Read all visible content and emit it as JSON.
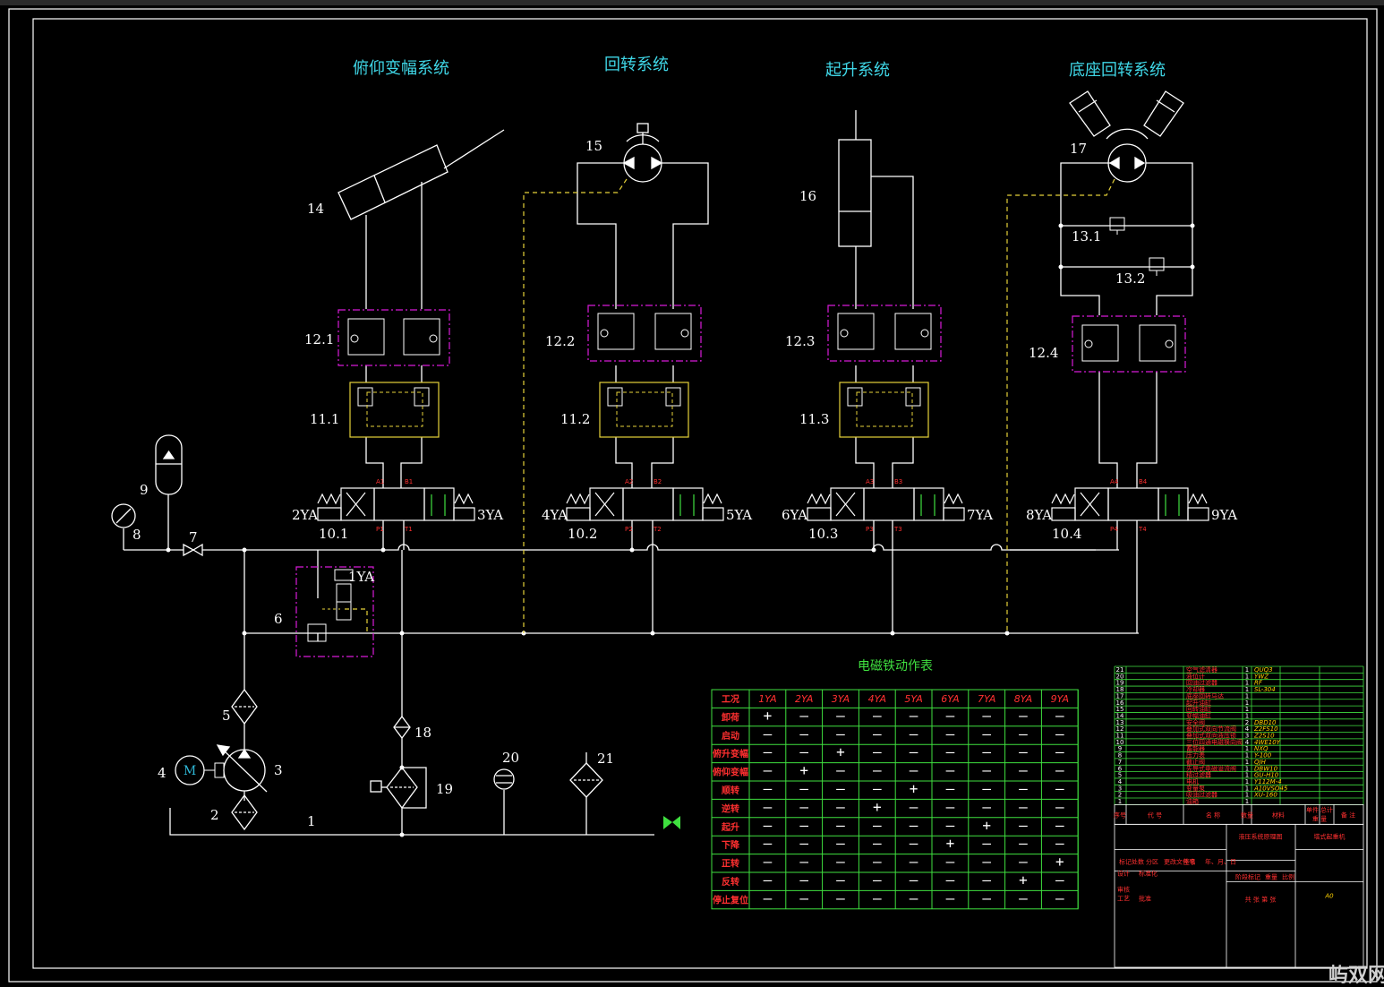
{
  "sections": {
    "luffing": "俯仰变幅系统",
    "slewing": "回转系统",
    "hoisting": "起升系统",
    "base": "底座回转系统"
  },
  "labels": {
    "n1": "1",
    "n2": "2",
    "n3": "3",
    "n4": "4",
    "n5": "5",
    "n6": "6",
    "n7": "7",
    "n8": "8",
    "n9": "9",
    "n14": "14",
    "n15": "15",
    "n16": "16",
    "n17": "17",
    "n18": "18",
    "n19": "19",
    "n20": "20",
    "n21": "21",
    "v10_1": "10.1",
    "v10_2": "10.2",
    "v10_3": "10.3",
    "v10_4": "10.4",
    "v11_1": "11.1",
    "v11_2": "11.2",
    "v11_3": "11.3",
    "v12_1": "12.1",
    "v12_2": "12.2",
    "v12_3": "12.3",
    "v12_4": "12.4",
    "v13_1": "13.1",
    "v13_2": "13.2",
    "motor": "M"
  },
  "solenoids": {
    "s1": "1YA",
    "s2": "2YA",
    "s3": "3YA",
    "s4": "4YA",
    "s5": "5YA",
    "s6": "6YA",
    "s7": "7YA",
    "s8": "8YA",
    "s9": "9YA"
  },
  "ports": {
    "a1": "A1",
    "b1": "B1",
    "p1": "P1",
    "t1": "T1",
    "a2": "A2",
    "b2": "B2",
    "p2": "P2",
    "t2": "T2",
    "a3": "A3",
    "b3": "B3",
    "p3": "P3",
    "t3": "T3",
    "a4": "A4",
    "b4": "B4",
    "p4": "P4",
    "t4": "T4"
  },
  "solenoid_table": {
    "title": "电磁铁动作表",
    "corner": "工况",
    "columns": [
      "1YA",
      "2YA",
      "3YA",
      "4YA",
      "5YA",
      "6YA",
      "7YA",
      "8YA",
      "9YA"
    ],
    "rows": [
      {
        "name": "卸荷",
        "states": [
          "+",
          "—",
          "—",
          "—",
          "—",
          "—",
          "—",
          "—",
          "—"
        ]
      },
      {
        "name": "启动",
        "states": [
          "—",
          "—",
          "—",
          "—",
          "—",
          "—",
          "—",
          "—",
          "—"
        ]
      },
      {
        "name": "俯升变幅",
        "states": [
          "—",
          "—",
          "+",
          "—",
          "—",
          "—",
          "—",
          "—",
          "—"
        ]
      },
      {
        "name": "俯仰变幅",
        "states": [
          "—",
          "+",
          "—",
          "—",
          "—",
          "—",
          "—",
          "—",
          "—"
        ]
      },
      {
        "name": "顺转",
        "states": [
          "—",
          "—",
          "—",
          "—",
          "+",
          "—",
          "—",
          "—",
          "—"
        ]
      },
      {
        "name": "逆转",
        "states": [
          "—",
          "—",
          "—",
          "+",
          "—",
          "—",
          "—",
          "—",
          "—"
        ]
      },
      {
        "name": "起升",
        "states": [
          "—",
          "—",
          "—",
          "—",
          "—",
          "—",
          "+",
          "—",
          "—"
        ]
      },
      {
        "name": "下降",
        "states": [
          "—",
          "—",
          "—",
          "—",
          "—",
          "+",
          "—",
          "—",
          "—"
        ]
      },
      {
        "name": "正转",
        "states": [
          "—",
          "—",
          "—",
          "—",
          "—",
          "—",
          "—",
          "—",
          "+"
        ]
      },
      {
        "name": "反转",
        "states": [
          "—",
          "—",
          "—",
          "—",
          "—",
          "—",
          "—",
          "+",
          "—"
        ]
      },
      {
        "name": "停止复位",
        "states": [
          "—",
          "—",
          "—",
          "—",
          "—",
          "—",
          "—",
          "—",
          "—"
        ]
      }
    ]
  },
  "bom": {
    "rows": [
      {
        "no": "21",
        "name": "空气滤清器",
        "qty": "1",
        "code": "QUQ3"
      },
      {
        "no": "20",
        "name": "液位计",
        "qty": "1",
        "code": "YWZ"
      },
      {
        "no": "19",
        "name": "回油过滤器",
        "qty": "1",
        "code": "RF"
      },
      {
        "no": "18",
        "name": "冷却器",
        "qty": "1",
        "code": "SL-304"
      },
      {
        "no": "17",
        "name": "底座回转马达",
        "qty": "1",
        "code": ""
      },
      {
        "no": "16",
        "name": "起升油缸",
        "qty": "1",
        "code": ""
      },
      {
        "no": "15",
        "name": "回转油缸",
        "qty": "1",
        "code": ""
      },
      {
        "no": "14",
        "name": "变幅油缸",
        "qty": "1",
        "code": ""
      },
      {
        "no": "13",
        "name": "安全阀",
        "qty": "2",
        "code": "DBD10"
      },
      {
        "no": "12",
        "name": "叠加式双向节流阀",
        "qty": "4",
        "code": "Z2FS10"
      },
      {
        "no": "11",
        "name": "叠加式双向液压锁",
        "qty": "3",
        "code": "Z2S10"
      },
      {
        "no": "10",
        "name": "三位四通电磁换向阀",
        "qty": "4",
        "code": "4WE10Y"
      },
      {
        "no": "9",
        "name": "蓄能器",
        "qty": "1",
        "code": "NXQ"
      },
      {
        "no": "8",
        "name": "压力表",
        "qty": "1",
        "code": "Y-100"
      },
      {
        "no": "7",
        "name": "截止阀",
        "qty": "1",
        "code": "QJH"
      },
      {
        "no": "6",
        "name": "先导式电磁溢流阀",
        "qty": "1",
        "code": "DBW10"
      },
      {
        "no": "5",
        "name": "精过滤器",
        "qty": "1",
        "code": "GU-H10"
      },
      {
        "no": "4",
        "name": "电机",
        "qty": "1",
        "code": "Y112M-4"
      },
      {
        "no": "3",
        "name": "变量泵",
        "qty": "1",
        "code": "A10VSO45"
      },
      {
        "no": "2",
        "name": "吸油过滤器",
        "qty": "1",
        "code": "XU-160"
      },
      {
        "no": "1",
        "name": "油箱",
        "qty": "1",
        "code": ""
      }
    ],
    "hdr_no": "序号",
    "hdr_code": "代 号",
    "hdr_name": "名 称",
    "hdr_qty": "数量",
    "hdr_mat": "材料",
    "hdr_w1": "单件",
    "hdr_w2": "总计",
    "hdr_w3": "重 量",
    "hdr_note": "备 注",
    "drawing_name": "液压系统原理图",
    "product": "塔式起重机",
    "rev1": "标记",
    "rev2": "处数",
    "rev3": "分区",
    "rev4": "更改文件号",
    "rev5": "签名",
    "rev6": "年、月、日",
    "r_design": "设计",
    "r_std": "标准化",
    "r_stage": "阶段标记",
    "r_weight": "重量",
    "r_scale": "比例",
    "r_check": "审核",
    "r_proc": "工艺",
    "r_approve": "批准",
    "sheet": "共  张  第  张",
    "size": "A0"
  },
  "watermark": "屿双网",
  "colors": {
    "line": "#ffffff",
    "section_title": "#3fd6e6",
    "green": "#3fe03f",
    "magenta": "#d81ad8",
    "yellow_dash": "#e6d23a",
    "red": "#ff3030",
    "cyan_fill": "#2fb8d8"
  }
}
